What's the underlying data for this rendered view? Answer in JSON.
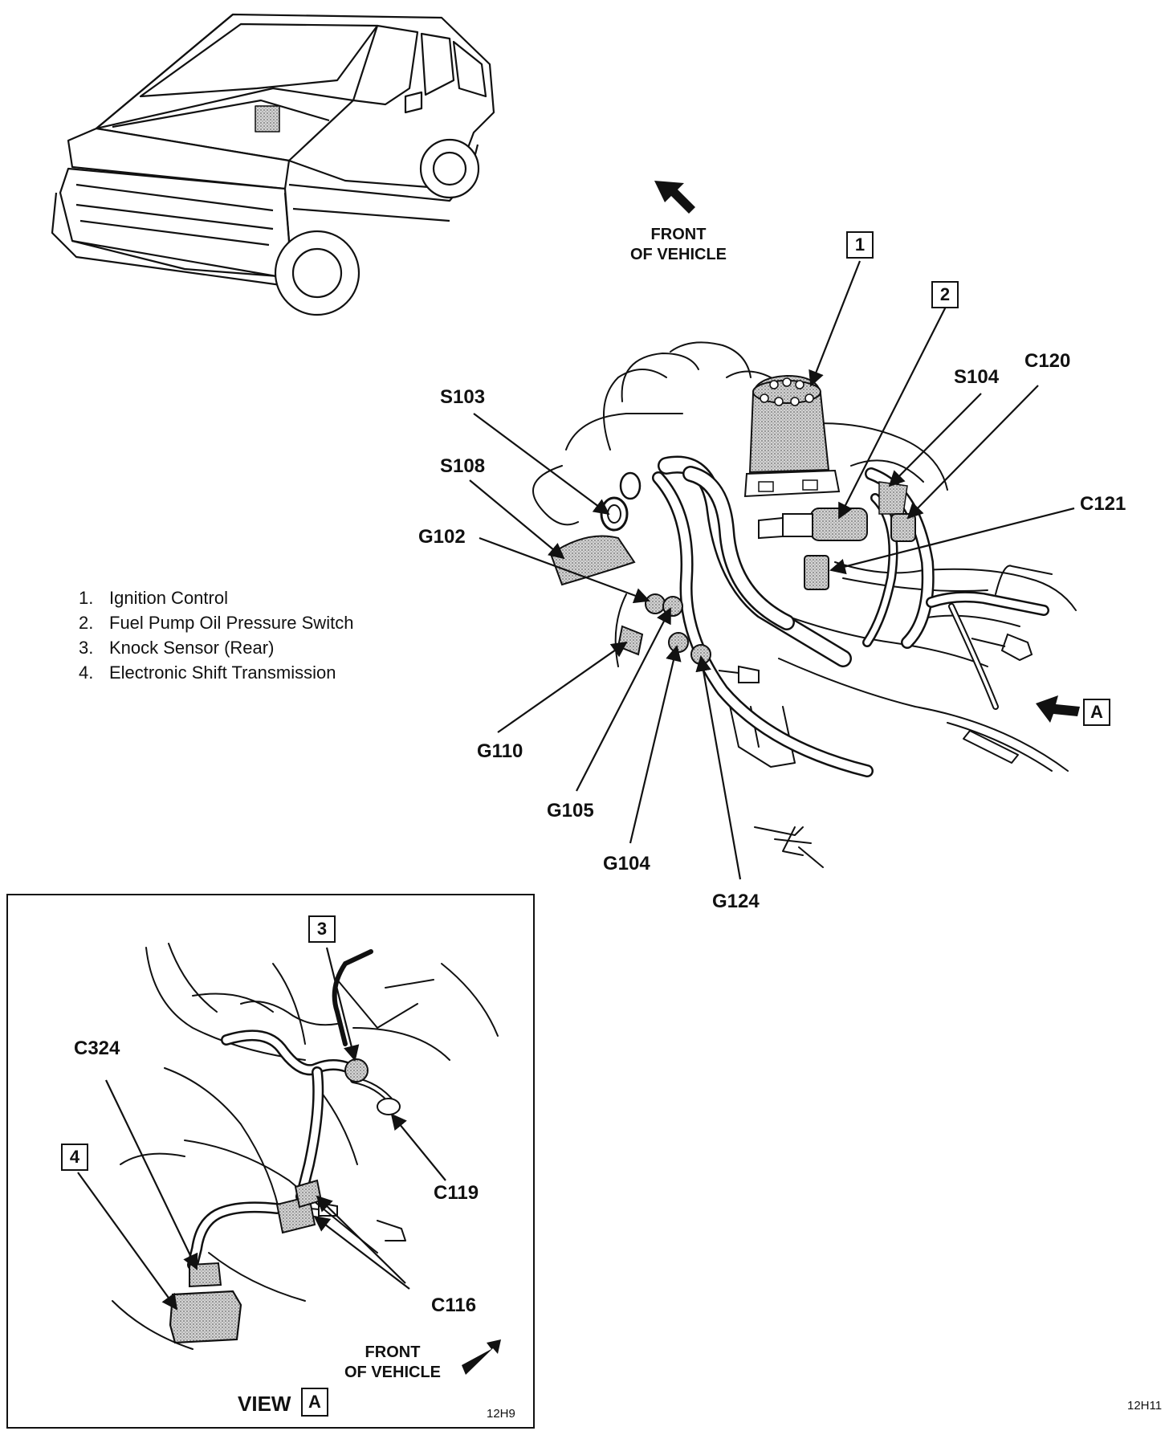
{
  "front_top": [
    "FRONT",
    "OF VEHICLE"
  ],
  "front_inset": [
    "FRONT",
    "OF VEHICLE"
  ],
  "legend": [
    {
      "num": "1.",
      "text": "Ignition Control"
    },
    {
      "num": "2.",
      "text": "Fuel Pump Oil Pressure Switch"
    },
    {
      "num": "3.",
      "text": "Knock Sensor (Rear)"
    },
    {
      "num": "4.",
      "text": "Electronic Shift Transmission"
    }
  ],
  "callouts": {
    "s103": "S103",
    "s108": "S108",
    "g102": "G102",
    "g110": "G110",
    "g105": "G105",
    "g104": "G104",
    "g124": "G124",
    "s104": "S104",
    "c120": "C120",
    "c121": "C121",
    "c324": "C324",
    "c119": "C119",
    "c116": "C116"
  },
  "boxes": {
    "b1": "1",
    "b2": "2",
    "b3": "3",
    "b4": "4",
    "view_a": "A",
    "view_a_inset": "A"
  },
  "view_label": "VIEW",
  "codes": {
    "inset": "12H9",
    "page": "12H11"
  }
}
